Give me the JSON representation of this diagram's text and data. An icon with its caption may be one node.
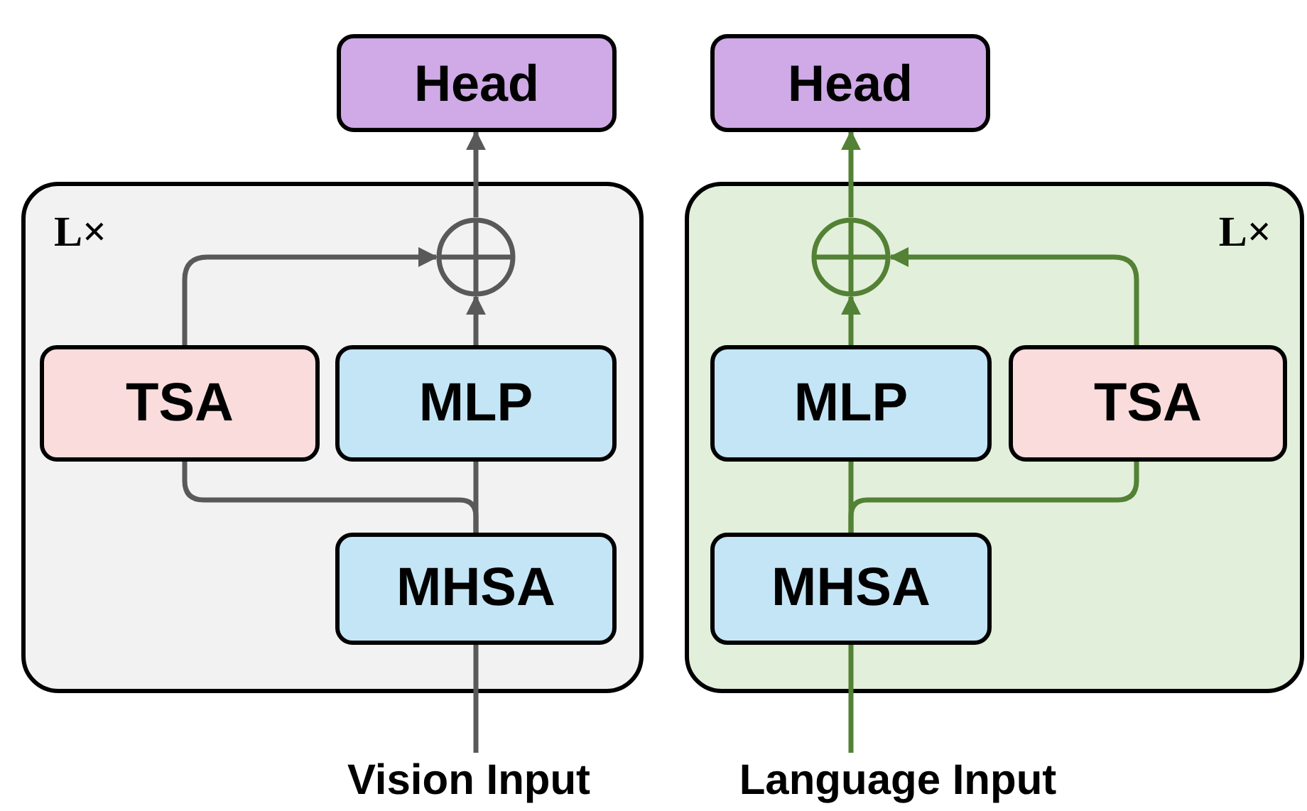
{
  "diagram": {
    "nodes": [
      {
        "text": [
          "L×"
        ]
      },
      {
        "text": [
          "TSA"
        ],
        "in": 0
      },
      {
        "text": [
          "MLP"
        ],
        "in": 0
      },
      {
        "text": [
          "MHSA"
        ],
        "in": 0
      },
      {
        "text": [],
        "shape": "circle",
        "in": 0
      },
      {
        "text": [
          "Head"
        ]
      },
      {
        "text": [
          "Vision Input"
        ]
      },
      {
        "text": [
          "L×"
        ]
      },
      {
        "text": [
          "MLP"
        ],
        "in": 7
      },
      {
        "text": [
          "TSA"
        ],
        "in": 7
      },
      {
        "text": [
          "MHSA"
        ],
        "in": 7
      },
      {
        "text": [],
        "shape": "circle",
        "in": 7
      },
      {
        "text": [
          "Head"
        ]
      },
      {
        "text": [
          "Language Input"
        ]
      }
    ],
    "edges": [
      {
        "from": 6,
        "to": 3,
        "arrow": "none"
      },
      {
        "from": 3,
        "to": 2,
        "arrow": "none"
      },
      {
        "from": 3,
        "to": 1,
        "arrow": "none"
      },
      {
        "from": 1,
        "to": 4,
        "arrow": "to"
      },
      {
        "from": 2,
        "to": 4,
        "arrow": "to"
      },
      {
        "from": 4,
        "to": 5,
        "arrow": "to"
      },
      {
        "from": 13,
        "to": 10,
        "arrow": "none",
        "color": "#538135"
      },
      {
        "from": 10,
        "to": 8,
        "arrow": "none",
        "color": "#538135"
      },
      {
        "from": 10,
        "to": 9,
        "arrow": "none",
        "color": "#538135"
      },
      {
        "from": 9,
        "to": 11,
        "arrow": "to",
        "color": "#538135"
      },
      {
        "from": 8,
        "to": 11,
        "arrow": "to",
        "color": "#538135"
      },
      {
        "from": 11,
        "to": 12,
        "arrow": "to",
        "color": "#538135"
      }
    ]
  }
}
